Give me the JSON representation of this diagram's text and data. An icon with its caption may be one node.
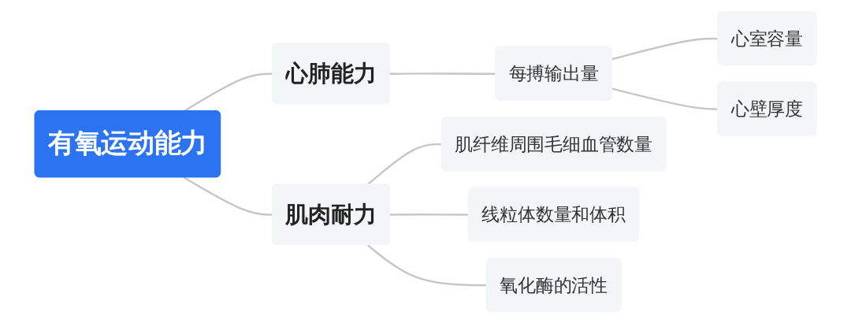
{
  "diagram": {
    "nodes": [
      {
        "text": [
          "有氧运动能力"
        ]
      },
      {
        "text": [
          "心肺能力"
        ]
      },
      {
        "text": [
          "每搏输出量"
        ]
      },
      {
        "text": [
          "心室容量"
        ]
      },
      {
        "text": [
          "心壁厚度"
        ]
      },
      {
        "text": [
          "肌肉耐力"
        ]
      },
      {
        "text": [
          "肌纤维周围毛细血管数量"
        ]
      },
      {
        "text": [
          "线粒体数量和体积"
        ]
      },
      {
        "text": [
          "氧化酶的活性"
        ]
      }
    ],
    "edges": [
      {
        "from": 0,
        "to": 1,
        "arrow": "none"
      },
      {
        "from": 1,
        "to": 2,
        "arrow": "none"
      },
      {
        "from": 2,
        "to": 3,
        "arrow": "none"
      },
      {
        "from": 2,
        "to": 4,
        "arrow": "none"
      },
      {
        "from": 0,
        "to": 5,
        "arrow": "none"
      },
      {
        "from": 5,
        "to": 6,
        "arrow": "none"
      },
      {
        "from": 5,
        "to": 7,
        "arrow": "none"
      },
      {
        "from": 5,
        "to": 8,
        "arrow": "none"
      }
    ]
  }
}
